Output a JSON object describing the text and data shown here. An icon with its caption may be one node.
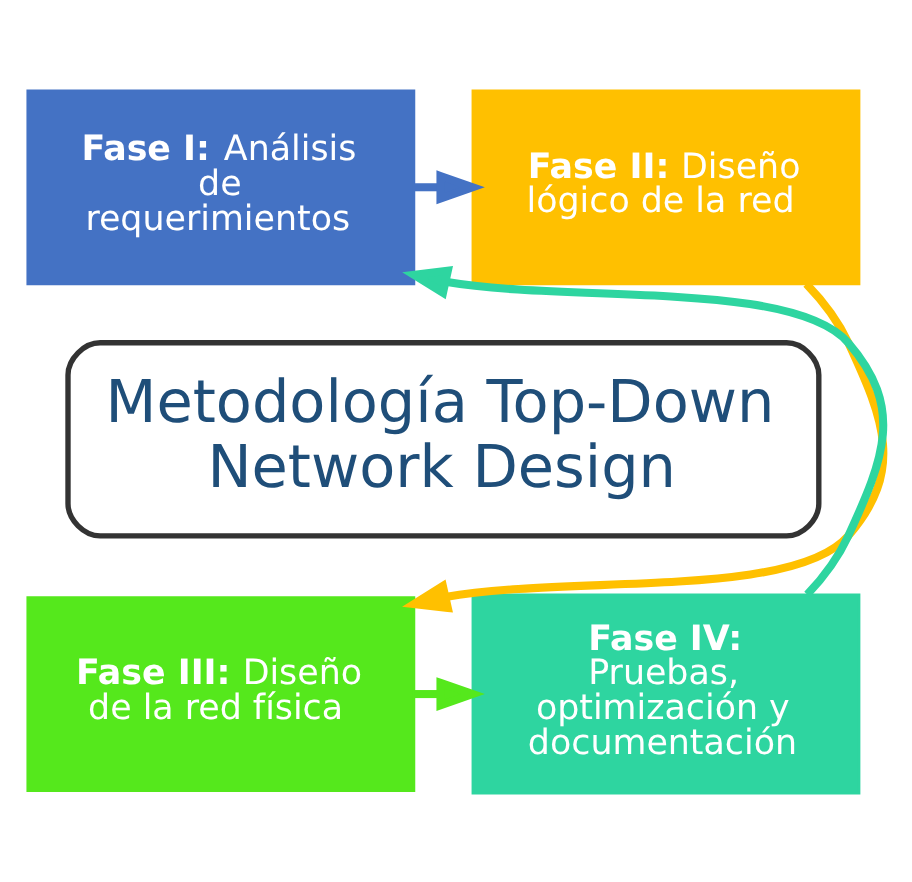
{
  "diagram": {
    "nodes": [
      {
        "text": [
          "Metodología Top-Down Network Design"
        ]
      },
      {
        "text": [
          "**Fase I:** Análisis de requerimientos"
        ]
      },
      {
        "text": [
          "**Fase II:** Diseño lógico de la red"
        ]
      },
      {
        "text": [
          "**Fase III:** Diseño de la red física"
        ]
      },
      {
        "text": [
          "**Fase IV:** Pruebas, optimización y documentación"
        ]
      }
    ],
    "edges": [
      {
        "from": 1,
        "to": 2,
        "arrow": "to",
        "color": "#4472c4"
      },
      {
        "from": 2,
        "to": 3,
        "arrow": "to",
        "color": "#ffc000"
      },
      {
        "from": 3,
        "to": 4,
        "arrow": "to",
        "color": "#55e81c"
      },
      {
        "from": 4,
        "to": 1,
        "arrow": "to",
        "color": "#2ed5a0"
      }
    ]
  }
}
